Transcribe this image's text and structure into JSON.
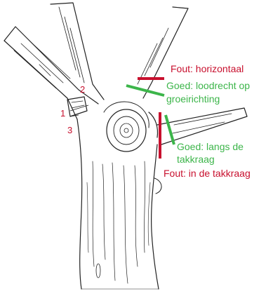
{
  "colors": {
    "wrong": "#c8102e",
    "right": "#3cb54a",
    "ink": "#222222"
  },
  "labels": {
    "fout_horizontaal": "Fout: horizontaal",
    "goed_loodrecht_line1": "Goed: loodrecht op",
    "goed_loodrecht_line2": "groeirichting",
    "goed_langs_line1": "Goed: langs de",
    "goed_langs_line2": "takkraag",
    "fout_in_takkraag": "Fout: in de takkraag"
  },
  "cut_numbers": {
    "one": "1",
    "two": "2",
    "three": "3"
  },
  "marker_icons": [
    "red-bar-icon",
    "green-bar-icon"
  ]
}
